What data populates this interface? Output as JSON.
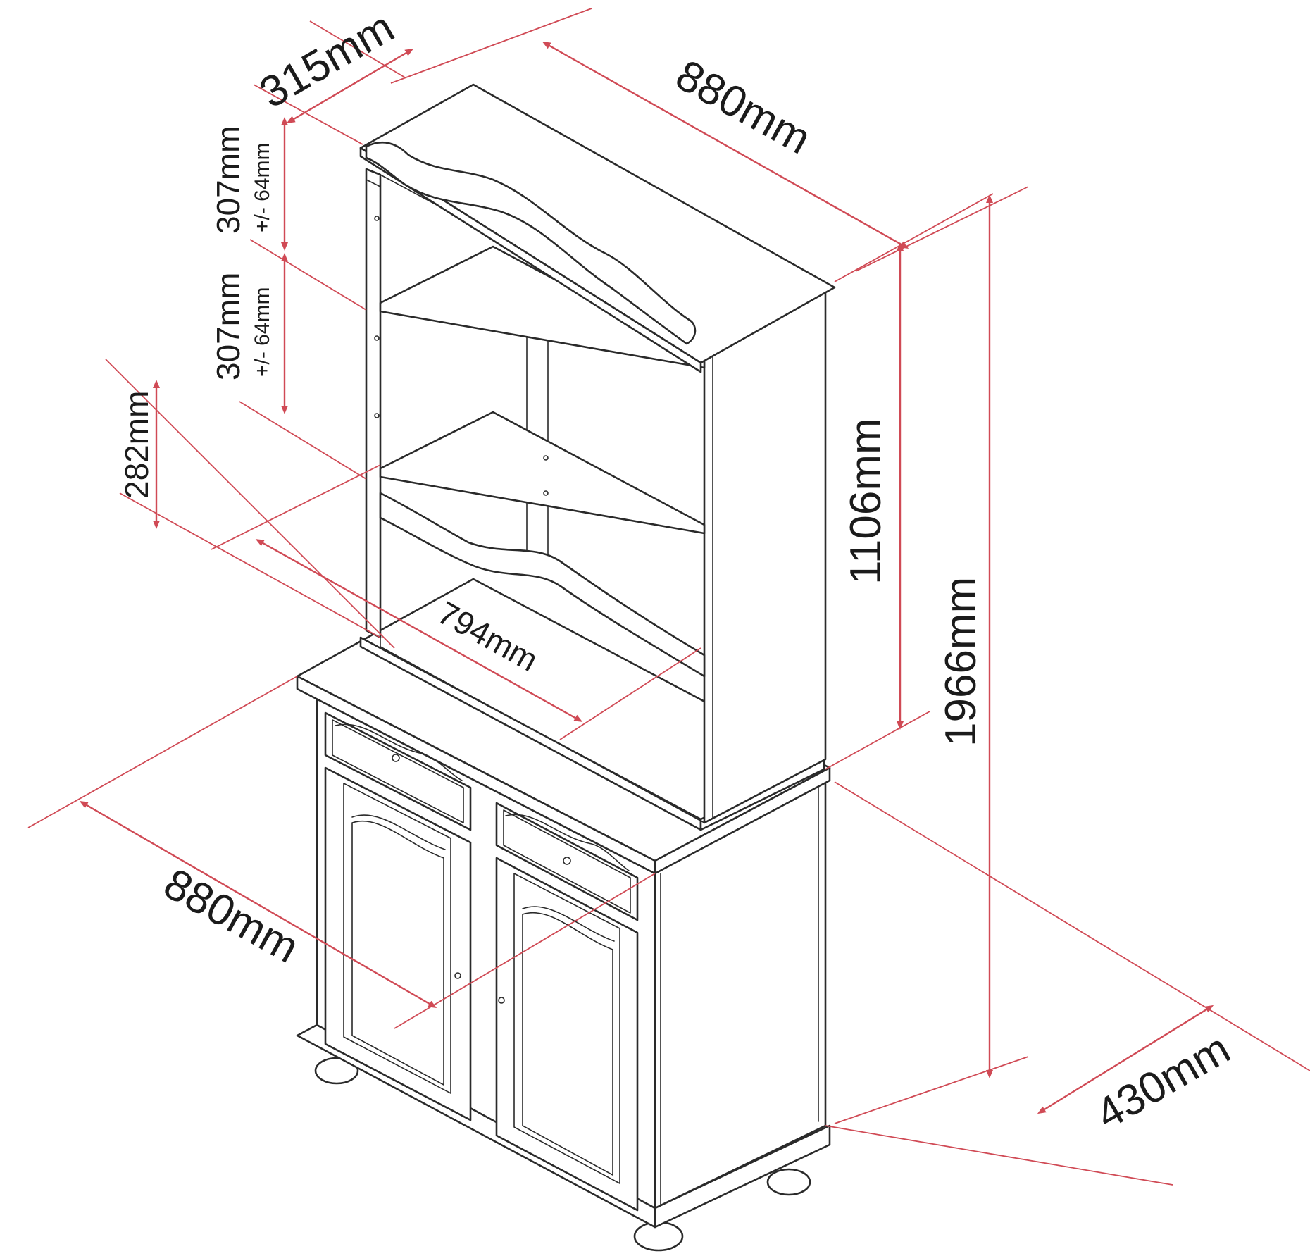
{
  "dimensions": {
    "top_width": "880mm",
    "top_depth": "315mm",
    "shelf_gap_1": "307mm",
    "shelf_gap_1_tolerance": "+/- 64mm",
    "shelf_gap_2": "307mm",
    "shelf_gap_2_tolerance": "+/- 64mm",
    "bottom_gap": "282mm",
    "inner_width": "794mm",
    "hutch_height": "1106mm",
    "total_height": "1966mm",
    "base_width": "880mm",
    "base_depth": "430mm"
  },
  "colors": {
    "dimension_line": "#d04a55",
    "outline": "#2a2a2a"
  }
}
